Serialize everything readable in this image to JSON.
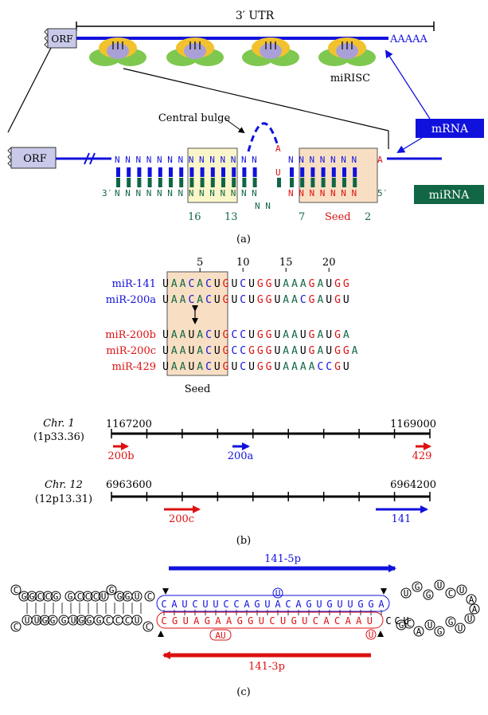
{
  "colors": {
    "blue": "#1111dd",
    "red": "#dd1111",
    "green": "#116644",
    "black": "#000000",
    "seed_fill": "#f8dfc4",
    "seed_stroke": "#555555",
    "yellow_fill": "#fbf6c9",
    "orf_fill": "#c9c9e9"
  },
  "panel_a": {
    "utr_label": "3′ UTR",
    "polya": "AAAAA",
    "orf": "ORF",
    "mirisc": "miRISC",
    "central_bulge": "Central bulge",
    "mrna_label": "mRNA",
    "mirna_label": "miRNA",
    "top_strand_left": "N N N N N N N N N N N N N N",
    "top_strand_mid": "N N N N N N N",
    "bulge_a": "A",
    "bulge_u": "U",
    "seed_a": "A",
    "bot_prefix": "3′",
    "bot_suffix": "5′",
    "bot_strand_left": "N N N N N N N N N N N N N N",
    "bot_strand_right": "N N N N N N N",
    "bot_gap": "N N",
    "pos_16": "16",
    "pos_13": "13",
    "pos_7": "7",
    "seed_label": "Seed",
    "pos_2": "2",
    "caption": "(a)"
  },
  "panel_b": {
    "positions": [
      "5",
      "10",
      "15",
      "20"
    ],
    "seed_label": "Seed",
    "mirnas": [
      {
        "name": "miR-141",
        "color": "blue",
        "seq": "UAACACUGUCUGGUAAAGAUGG"
      },
      {
        "name": "miR-200a",
        "color": "blue",
        "seq": "UAACACUGUCUGGUAACGAUGU"
      },
      {
        "name": "miR-200b",
        "color": "red",
        "seq": "UAAUACUGCCUGGUAAUGAUGA"
      },
      {
        "name": "miR-200c",
        "color": "red",
        "seq": "UAAUACUGCCGGGUAAUGAUGGA"
      },
      {
        "name": "miR-429",
        "color": "red",
        "seq": "UAAUACUGUCUGGUAAAACCGU"
      }
    ],
    "chr1": {
      "name": "Chr. 1",
      "band": "(1p33.36)",
      "start": "1167200",
      "end": "1169000",
      "genes": [
        {
          "label": "200b",
          "color": "red"
        },
        {
          "label": "200a",
          "color": "blue"
        },
        {
          "label": "429",
          "color": "red"
        }
      ]
    },
    "chr12": {
      "name": "Chr. 12",
      "band": "(12p13.31)",
      "start": "6963600",
      "end": "6964200",
      "genes": [
        {
          "label": "200c",
          "color": "red"
        },
        {
          "label": "141",
          "color": "blue"
        }
      ]
    },
    "caption": "(b)"
  },
  "panel_c": {
    "arm_5p": "141-5p",
    "arm_3p": "141-3p",
    "top_left_seq": "CGGCCGGCCCUGGGUC",
    "top_blue_seq": "CAUCUUCCAGUACAGUGUUGGA",
    "bottom_left_seq": "CUUGGGUGGGCCCUC",
    "bottom_red_seq": "CGUAGAAGGUCUGUCACAAU",
    "bottom_right_seq": "CCU",
    "loop_seq": "UGGUCUAAUUGGUACG",
    "bulge_au": "AU",
    "bulge_u_blue": "U",
    "bulge_u_red": "U",
    "caption": "(c)"
  }
}
